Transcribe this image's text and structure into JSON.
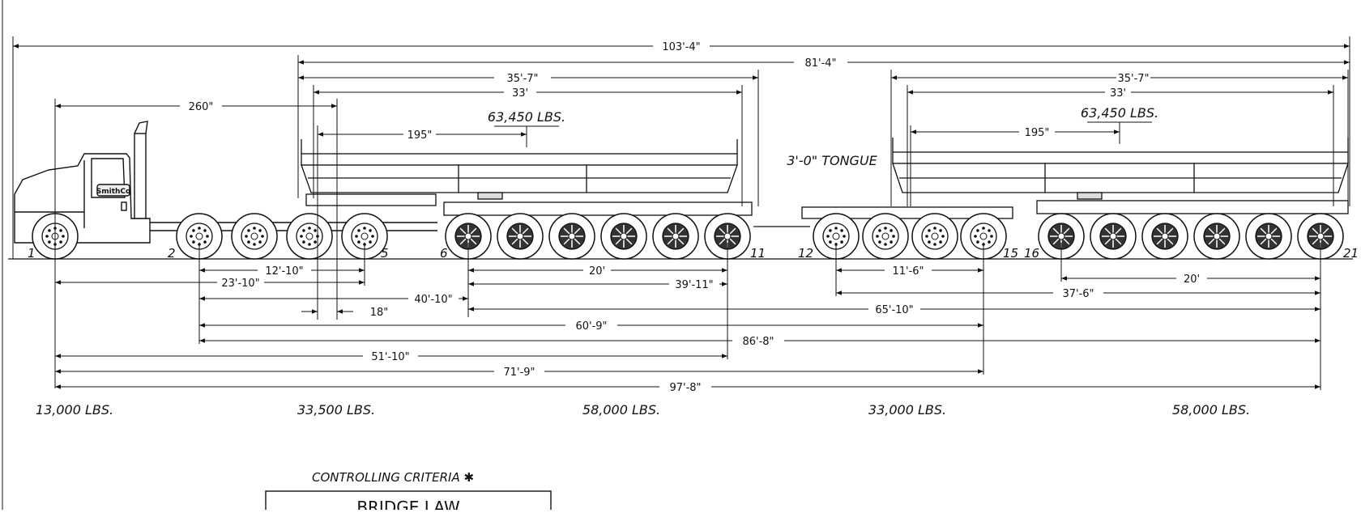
{
  "title_box": {
    "criteria_label": "CONTROLLING CRITERIA ✱",
    "law_label": "BRIDGE LAW"
  },
  "labels": {
    "tongue": "3'-0\" TONGUE",
    "trailer1_weight": "63,450 LBS.",
    "trailer2_weight": "63,450 LBS."
  },
  "truck_logo": "SmithCo",
  "axle_numbers": [
    "1",
    "2",
    "5",
    "6",
    "11",
    "12",
    "15",
    "16",
    "21"
  ],
  "group_weights": [
    "13,000 LBS.",
    "33,500 LBS.",
    "58,000 LBS.",
    "33,000 LBS.",
    "58,000 LBS."
  ],
  "dimensions_top": [
    "103'-4\"",
    "81'-4\"",
    "35'-7\"",
    "33'",
    "260\"",
    "195\"",
    "35'-7\"",
    "33'",
    "195\""
  ],
  "dimensions_bottom": [
    "12'-10\"",
    "23'-10\"",
    "18\"",
    "40'-10\"",
    "20'",
    "39'-11\"",
    "11'-6\"",
    "20'",
    "37'-6\"",
    "65'-10\"",
    "60'-9\"",
    "86'-8\"",
    "51'-10\"",
    "71'-9\"",
    "97'-8\""
  ]
}
